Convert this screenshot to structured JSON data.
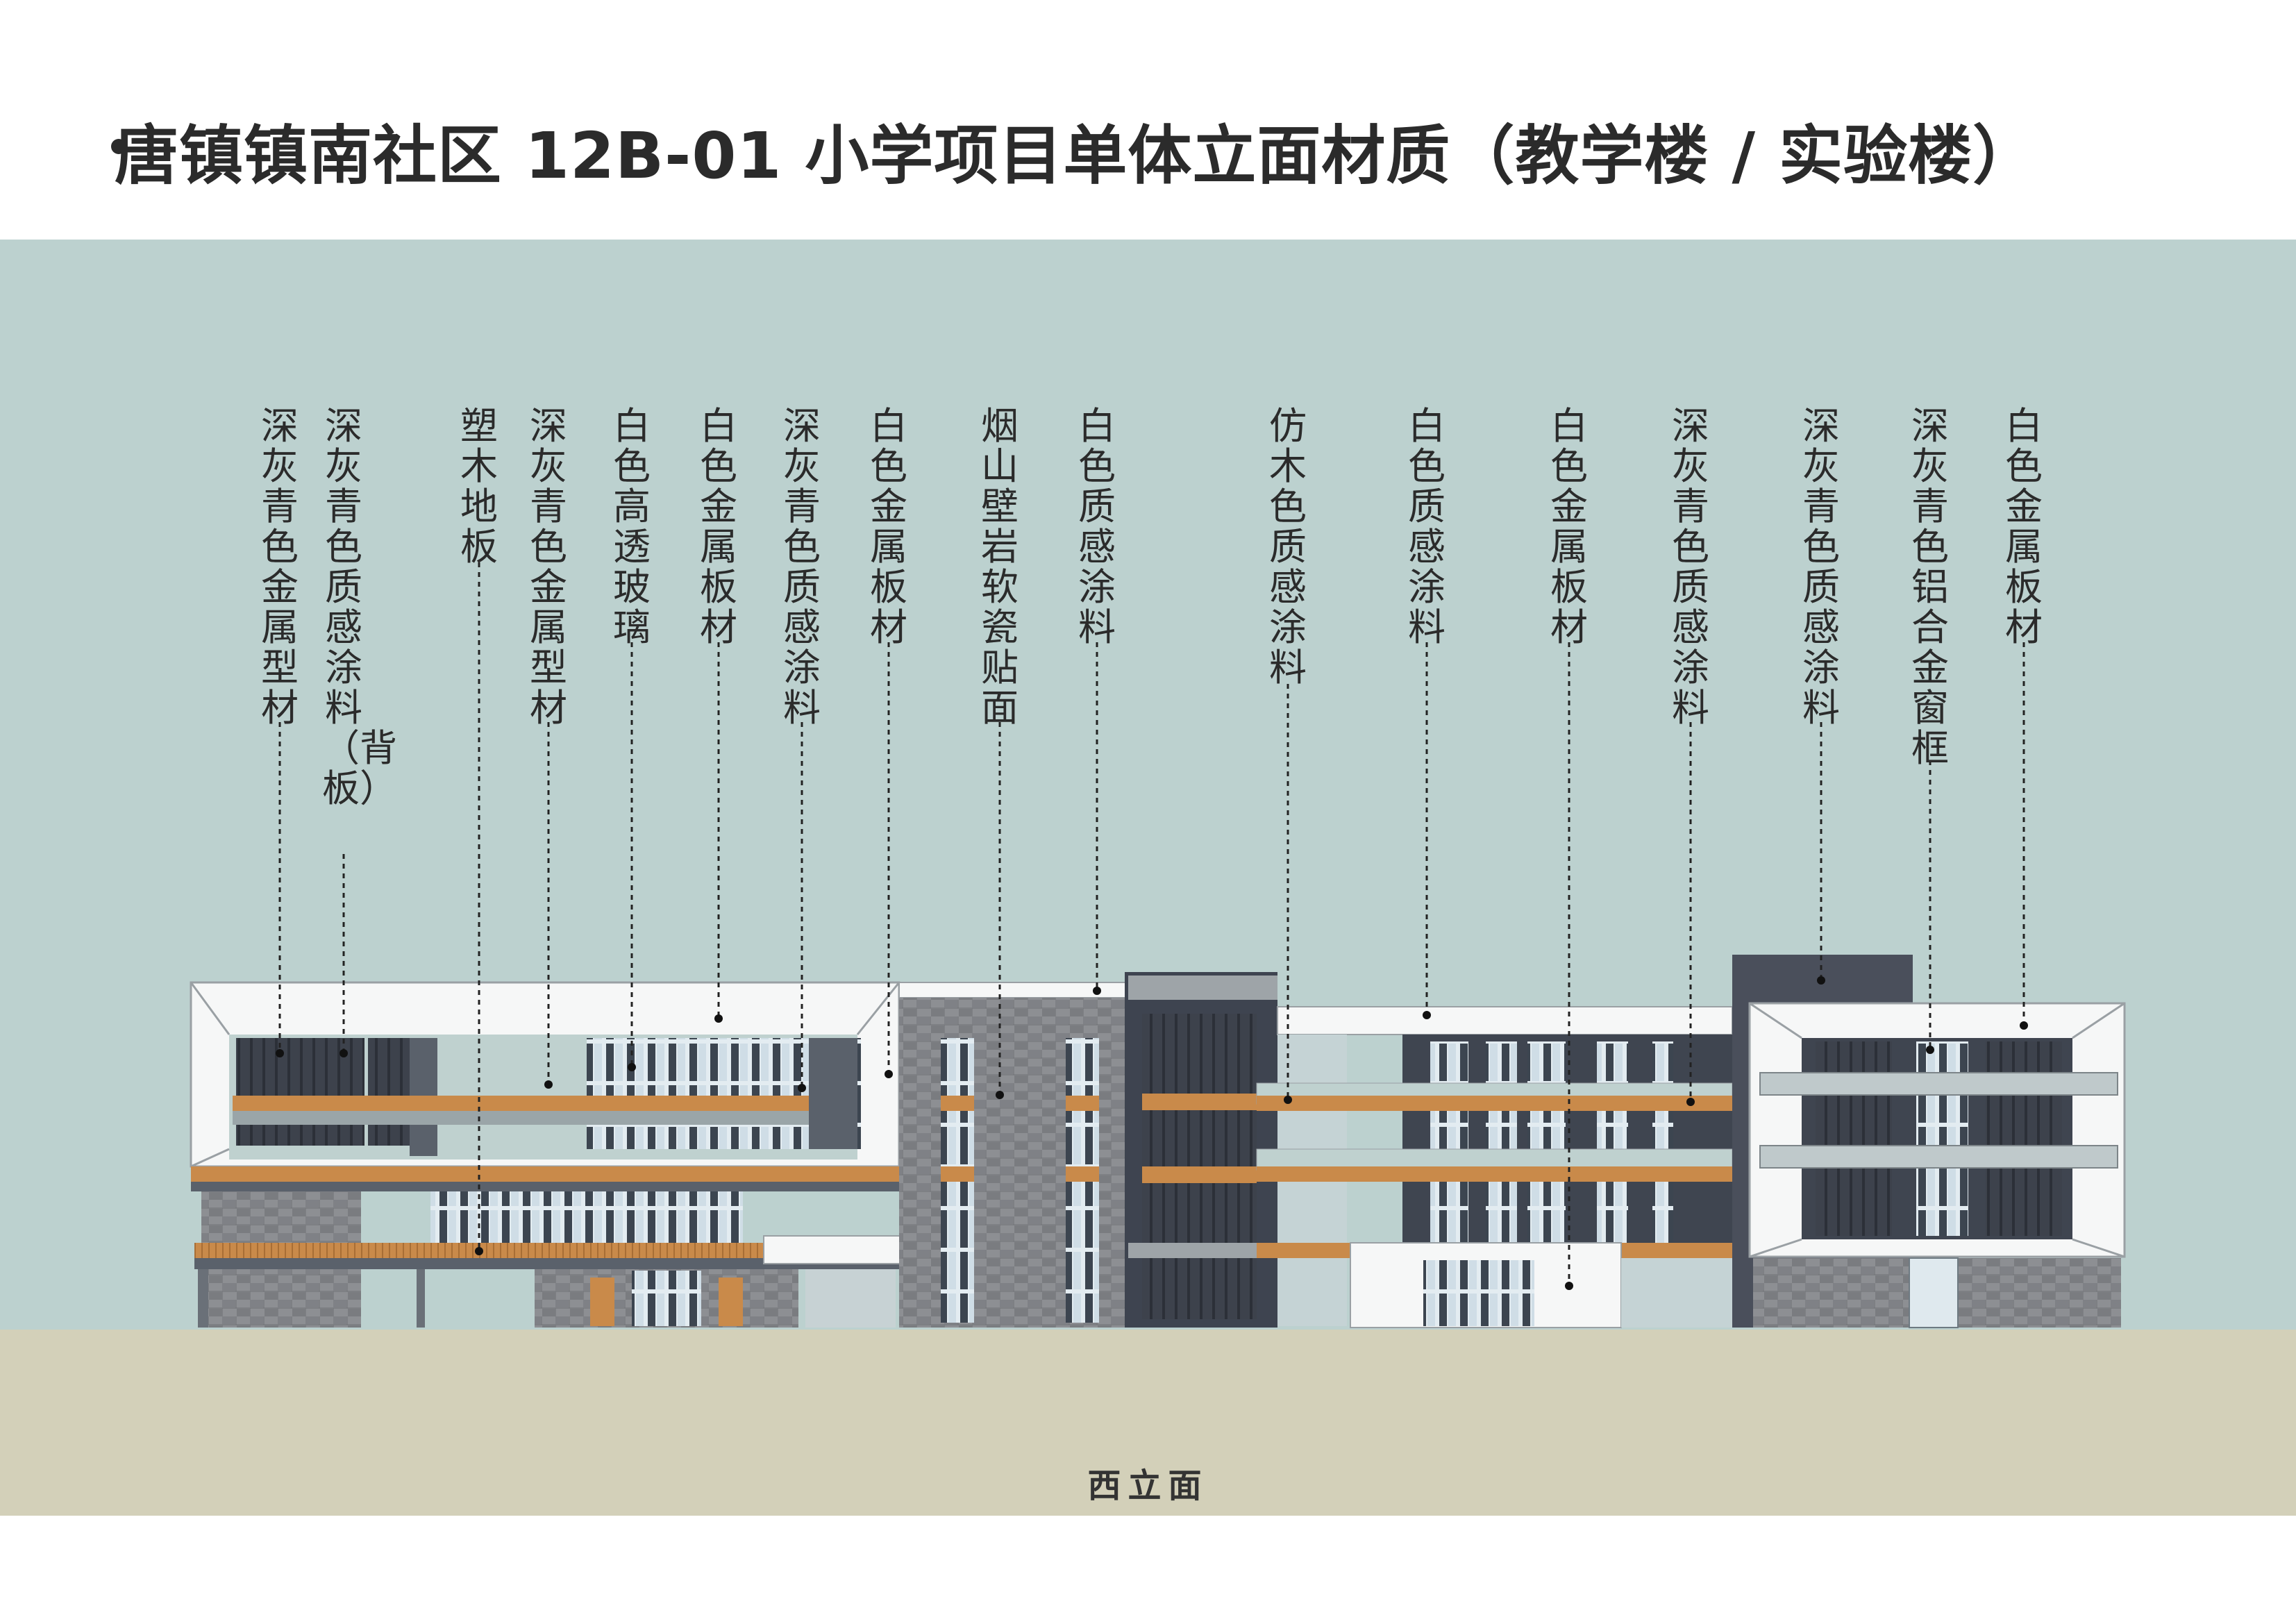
{
  "title": "唐镇镇南社区 12B-01 小学项目单体立面材质（教学楼 / 实验楼）",
  "elevation_label": "西立面",
  "callouts": [
    {
      "id": "c1",
      "label": "深灰青色金属型材"
    },
    {
      "id": "c2",
      "label": "深灰青色质感涂料（背板）"
    },
    {
      "id": "c3",
      "label": "塑木地板"
    },
    {
      "id": "c4",
      "label": "深灰青色金属型材"
    },
    {
      "id": "c5",
      "label": "白色高透玻璃"
    },
    {
      "id": "c6",
      "label": "白色金属板材"
    },
    {
      "id": "c7",
      "label": "深灰青色质感涂料"
    },
    {
      "id": "c8",
      "label": "白色金属板材"
    },
    {
      "id": "c9",
      "label": "烟山壁岩软瓷贴面"
    },
    {
      "id": "c10",
      "label": "白色质感涂料"
    },
    {
      "id": "c11",
      "label": "仿木色质感涂料"
    },
    {
      "id": "c12",
      "label": "白色质感涂料"
    },
    {
      "id": "c13",
      "label": "白色金属板材"
    },
    {
      "id": "c14",
      "label": "深灰青色质感涂料"
    },
    {
      "id": "c15",
      "label": "深灰青色质感涂料"
    },
    {
      "id": "c16",
      "label": "深灰青色铝合金窗框"
    },
    {
      "id": "c17",
      "label": "白色金属板材"
    }
  ],
  "colors": {
    "sky": "#bcd1cf",
    "ground": "#d3d0b9",
    "white_panel": "#f7f8f8",
    "dark_teal_gray": "#3f4550",
    "wood": "#c98a4a",
    "stone": "#8a8c90",
    "glass": "#d8e4ea"
  }
}
